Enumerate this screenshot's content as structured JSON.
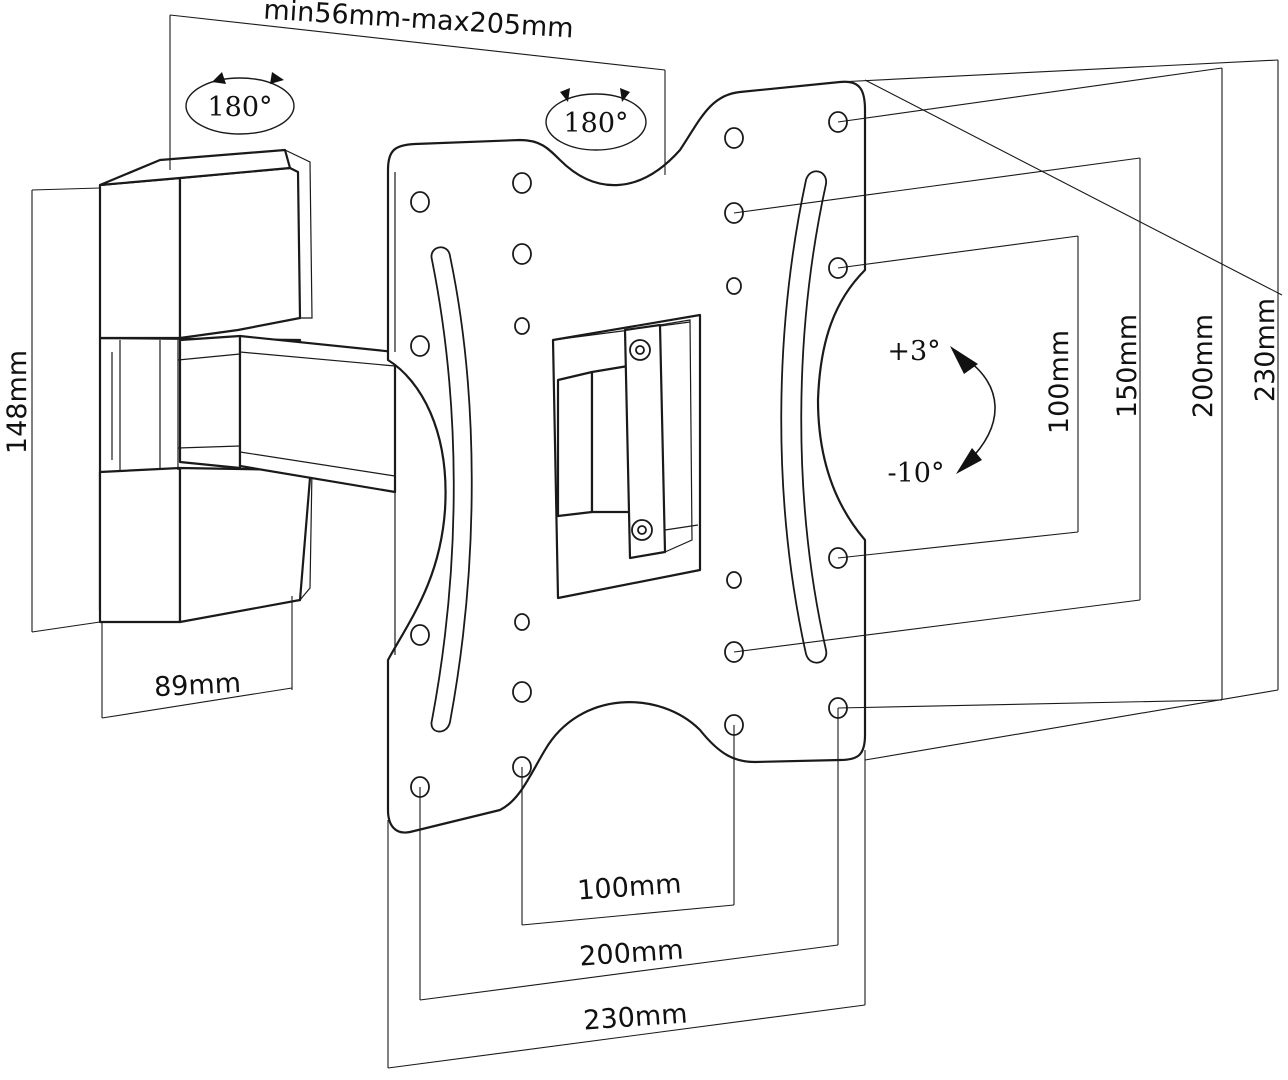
{
  "labels": {
    "arm_extension": "min56mm-max205mm",
    "swivel_left": "180°",
    "swivel_right": "180°",
    "wall_plate_height": "148mm",
    "wall_plate_width": "89mm",
    "tilt_up": "+3°",
    "tilt_down": "-10°",
    "vesa_v_100": "100mm",
    "vesa_v_150": "150mm",
    "vesa_v_200": "200mm",
    "vesa_v_230": "230mm",
    "vesa_h_100": "100mm",
    "vesa_h_200": "200mm",
    "vesa_h_230": "230mm"
  },
  "colors": {
    "line": "#1a1a1a",
    "background": "#ffffff"
  }
}
